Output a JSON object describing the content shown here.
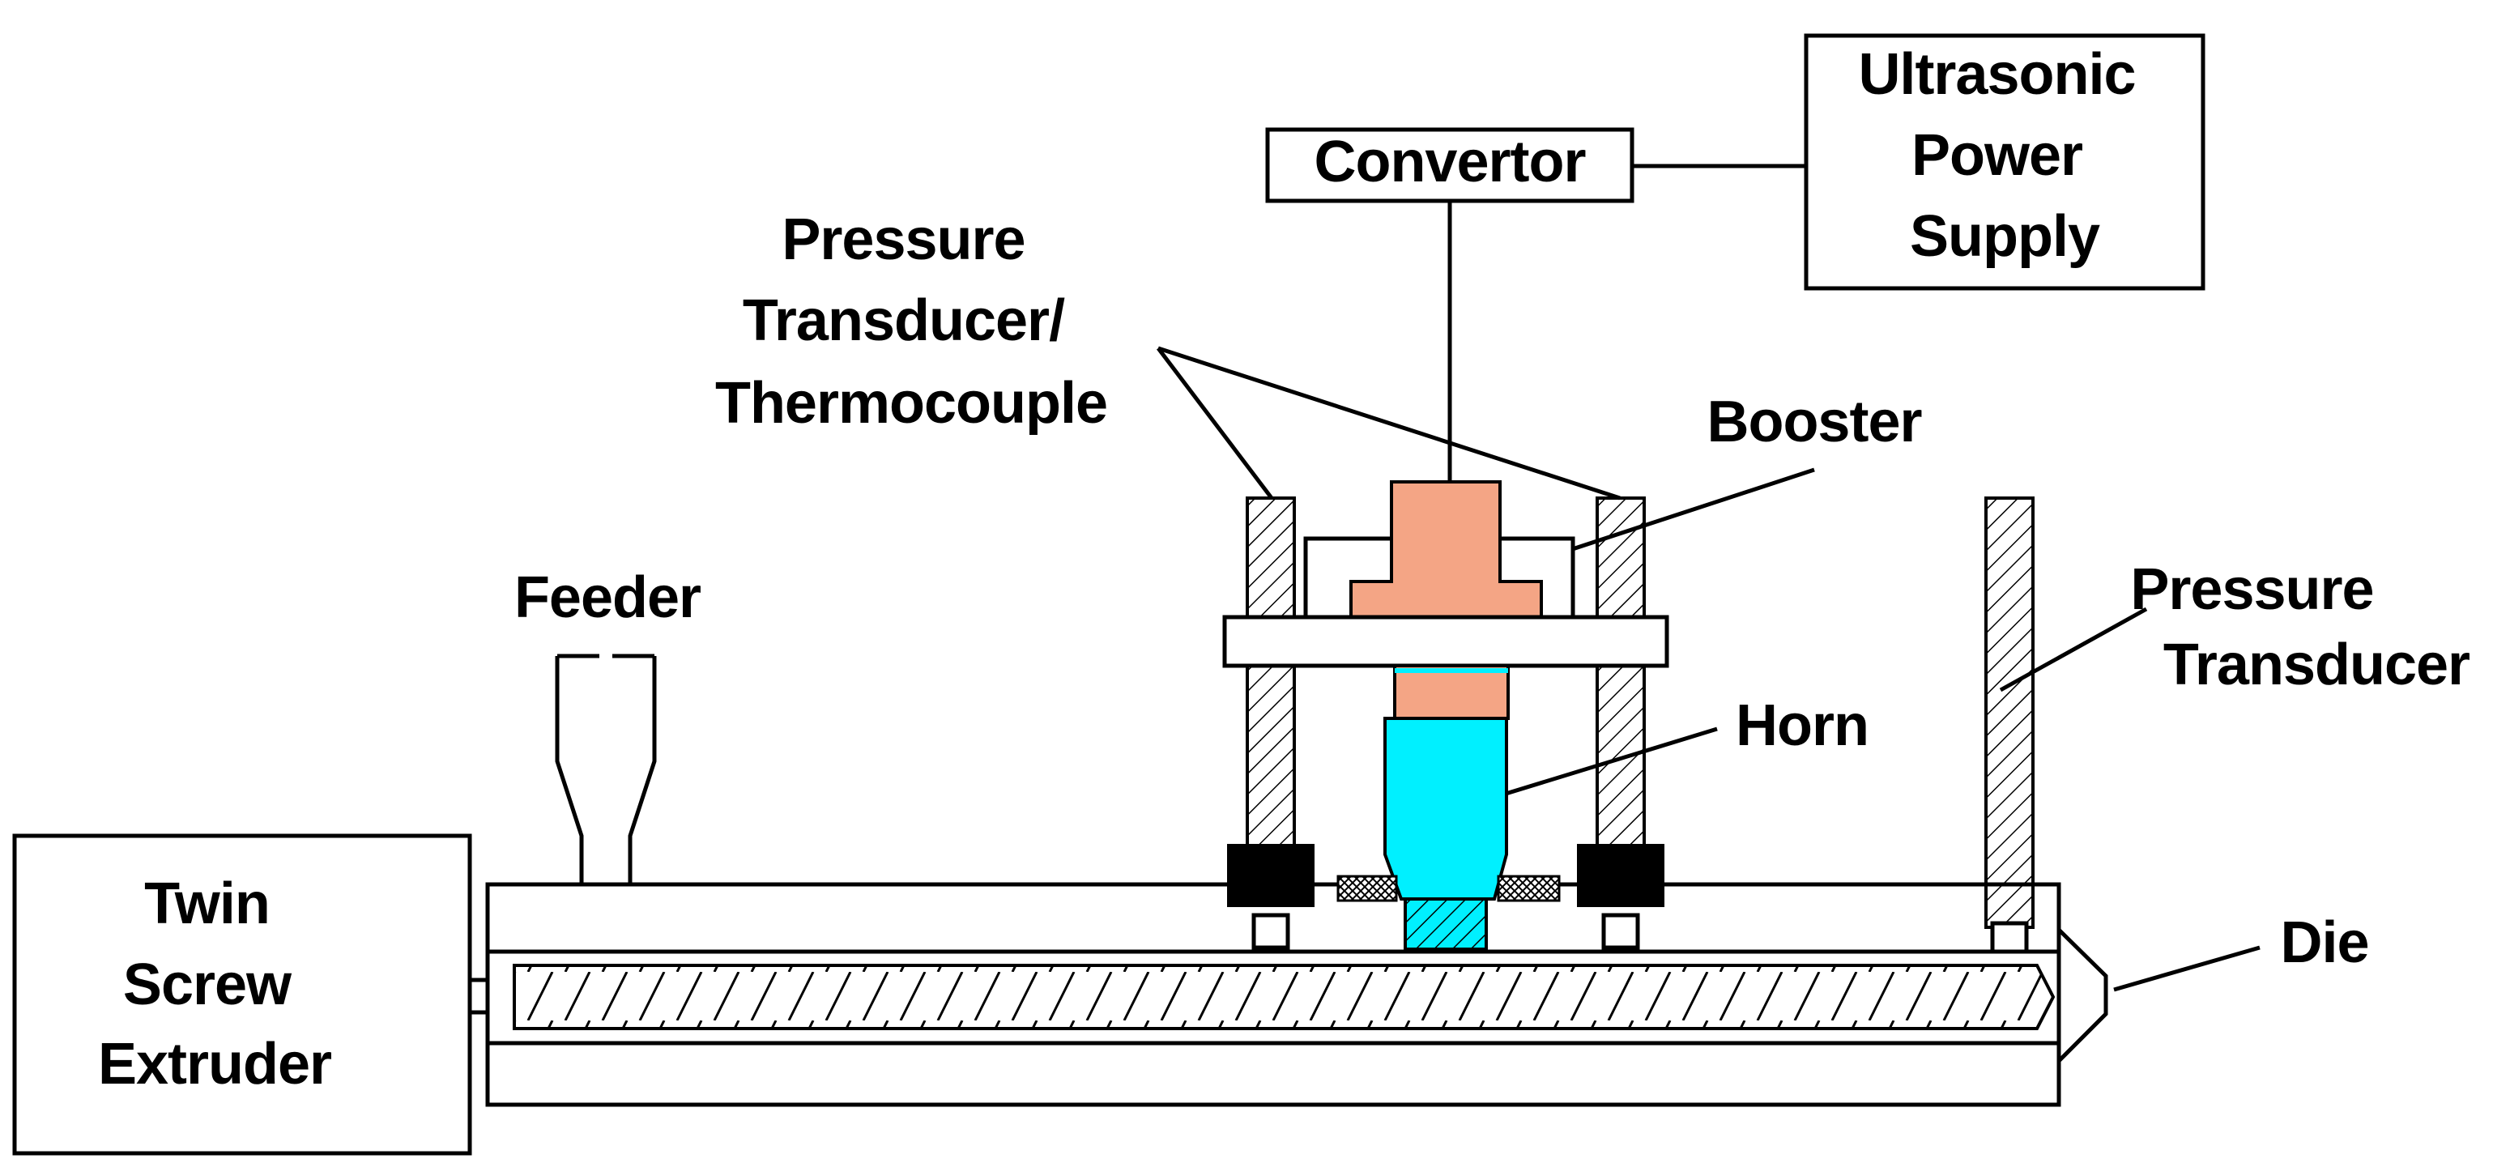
{
  "labels": {
    "ultrasonic_power_supply": [
      "Ultrasonic",
      "Power",
      "Supply"
    ],
    "convertor": "Convertor",
    "pressure_thermo": [
      "Pressure",
      "Transducer/",
      "Thermocouple"
    ],
    "booster": "Booster",
    "feeder": "Feeder",
    "pressure_transducer": [
      "Pressure",
      "Transducer"
    ],
    "horn": "Horn",
    "die": "Die",
    "twin_screw_extruder": [
      "Twin",
      "Screw",
      "Extruder"
    ]
  },
  "colors": {
    "booster": "#f4a585",
    "horn": "#00f0ff",
    "line": "#000000",
    "background": "#ffffff"
  }
}
